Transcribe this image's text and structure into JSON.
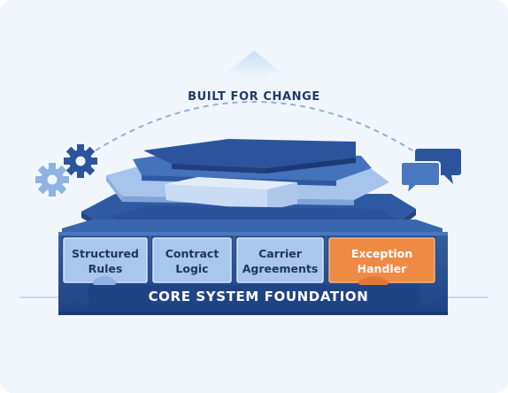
{
  "header": {
    "title": "BUILT FOR CHANGE"
  },
  "modules": [
    {
      "label": "Structured\nRules",
      "color": "#a9c6ec"
    },
    {
      "label": "Contract\nLogic",
      "color": "#a9c6ec"
    },
    {
      "label": "Carrier\nAgreements",
      "color": "#a9c6ec"
    },
    {
      "label": "Exception\nHandler",
      "color": "#ef8a45"
    }
  ],
  "foundation": {
    "label": "CORE SYSTEM FOUNDATION",
    "color": "#2c549c"
  },
  "icons": {
    "left": [
      "gear-icon",
      "gear-icon"
    ],
    "right": [
      "chat-bubbles-icon"
    ],
    "top": [
      "arrow-up-icon"
    ]
  },
  "colors": {
    "background": "#f1f6fc",
    "dark_blue": "#2c549c",
    "mid_blue": "#3f6fb8",
    "light_blue": "#a9c6ec",
    "accent_orange": "#ef8a45",
    "dashed_arc": "#8fb0d8"
  }
}
